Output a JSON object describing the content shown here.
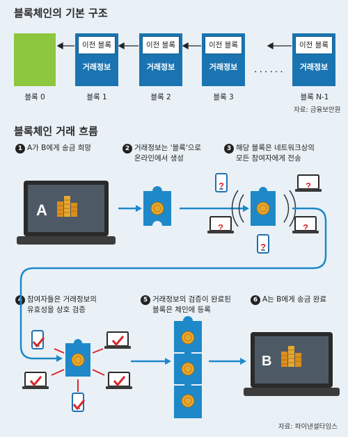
{
  "structure": {
    "title": "블록체인의 기본 구조",
    "blocks": [
      {
        "label": "블록 0"
      },
      {
        "label": "블록 1",
        "prev": "이전 블록",
        "data": "거래정보"
      },
      {
        "label": "블록 2",
        "prev": "이전 블록",
        "data": "거래정보"
      },
      {
        "label": "블록 3",
        "prev": "이전 블록",
        "data": "거래정보"
      },
      {
        "label": "블록 N-1",
        "prev": "이전 블록",
        "data": "거래정보"
      }
    ],
    "ellipsis": "······",
    "source": "자료: 금융보안원"
  },
  "flow": {
    "title": "블록체인 거래 흐름",
    "steps": [
      {
        "num": "1",
        "line1": "A가 B에게 송금 희망",
        "line2": ""
      },
      {
        "num": "2",
        "line1": "거래정보는 '블록'으로",
        "line2": "온라인에서 생성"
      },
      {
        "num": "3",
        "line1": "해당 블록은 네트워크상의",
        "line2": "모든 참여자에게 전송"
      },
      {
        "num": "4",
        "line1": "참여자들은 거래정보의",
        "line2": "유효성을 상호 검증"
      },
      {
        "num": "5",
        "line1": "거래정보의 검증이 완료된",
        "line2": "블록은 체인에 등록"
      },
      {
        "num": "6",
        "line1": "A는 B에게 송금 완료",
        "line2": ""
      }
    ],
    "laptop_a_label": "A",
    "laptop_b_label": "B",
    "question_mark": "?",
    "source": "자료: 파이낸셜타임스"
  },
  "colors": {
    "background": "#e9f1f7",
    "block_blue": "#1a74b1",
    "genesis_green": "#8dc63f",
    "flow_blue": "#1e88c8",
    "coin_gold": "#e0a02a",
    "alert_red": "#d9262b"
  },
  "icons": [
    "laptop-icon",
    "coin-stack-icon",
    "puzzle-block-icon",
    "phone-icon",
    "checkmark-icon",
    "question-icon",
    "broadcast-waves-icon"
  ]
}
